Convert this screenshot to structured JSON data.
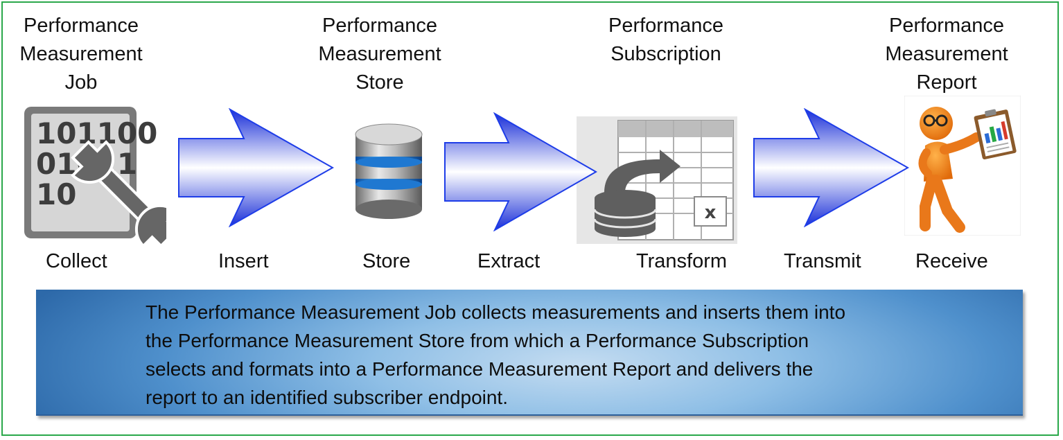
{
  "stages": [
    {
      "title_lines": [
        "Performance",
        "Measurement",
        "Job"
      ],
      "icon": "binary-wrench-icon",
      "step": "Collect"
    },
    {
      "title_lines": [
        "Performance",
        "Measurement",
        "Store"
      ],
      "icon": "database-icon",
      "step": "Store"
    },
    {
      "title_lines": [
        "Performance",
        "Subscription"
      ],
      "icon": "spreadsheet-transform-icon",
      "step": "Transform"
    },
    {
      "title_lines": [
        "Performance",
        "Measurement",
        "Report"
      ],
      "icon": "person-clipboard-icon",
      "step": "Receive"
    }
  ],
  "arrows": [
    {
      "step": "Insert"
    },
    {
      "step": "Extract"
    },
    {
      "step": "Transmit"
    }
  ],
  "binary_text": [
    "101100",
    "01011",
    "10"
  ],
  "spreadsheet_badge": "x",
  "description": {
    "lines": [
      "The Performance Measurement Job collects measurements and inserts them into",
      "the Performance Measurement Store from which a Performance Subscription",
      "selects and formats into a Performance Measurement Report and delivers the",
      "report to an identified subscriber endpoint."
    ]
  },
  "colors": {
    "frame_border": "#2aa84a",
    "arrow_fill": "#1e3de8",
    "description_box": "#4f90cc"
  }
}
